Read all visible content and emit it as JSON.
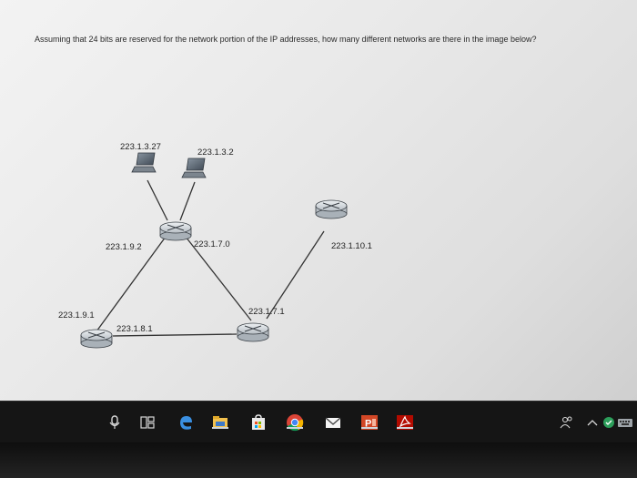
{
  "question": "Assuming that 24 bits are reserved for the network portion of the  IP addresses, how many different networks are there in the image below?",
  "diagram": {
    "host_labels": [
      "223.1.3.27",
      "223.1.3.2"
    ],
    "interface_labels": {
      "r1_left": "223.1.9.2",
      "r1_right": "223.1.7.0",
      "r2_top": "223.1.9.1",
      "r2_right": "223.1.8.1",
      "r3_top": "223.1.7.1",
      "r4_link": "223.1.10.1"
    }
  },
  "taskbar": {
    "items": [
      "microphone-icon",
      "task-view-icon",
      "edge-icon",
      "file-explorer-icon",
      "store-icon",
      "chrome-icon",
      "mail-icon",
      "powerpoint-icon",
      "acrobat-icon"
    ],
    "ppt_label": "P",
    "tray": [
      "people-icon",
      "chevron-up-icon",
      "cloud-icon",
      "keyboard-icon"
    ]
  }
}
